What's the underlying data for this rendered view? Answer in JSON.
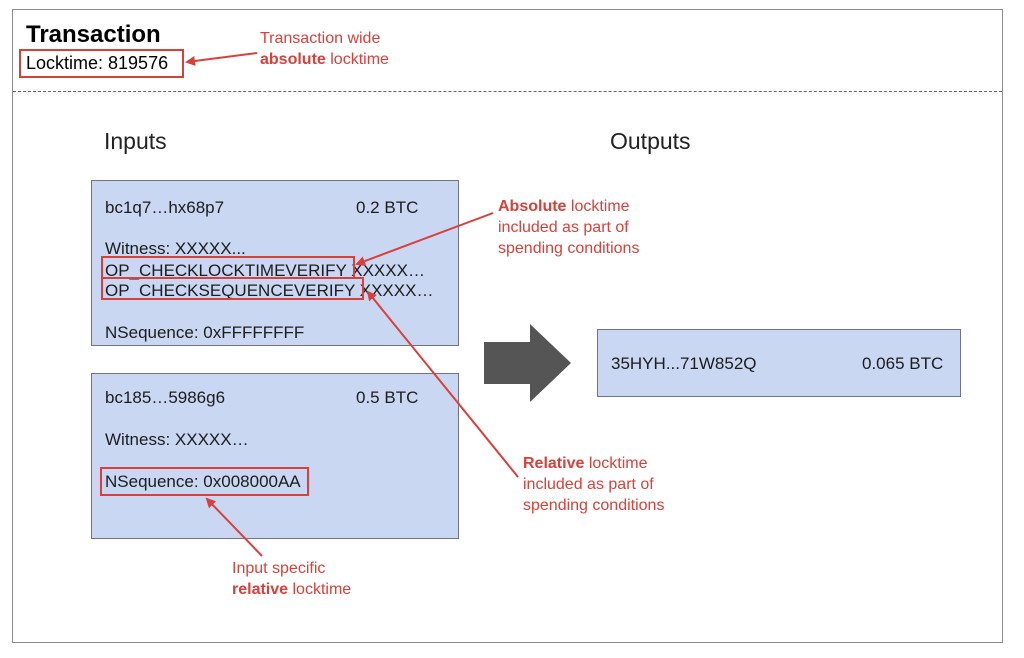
{
  "transaction": {
    "title": "Transaction",
    "locktime": "Locktime: 819576",
    "annotation_line1": "Transaction wide",
    "annotation_bold": "absolute",
    "annotation_rest": " locktime"
  },
  "inputs": {
    "heading": "Inputs",
    "items": [
      {
        "address": "bc1q7…hx68p7",
        "amount": "0.2 BTC",
        "witness": "Witness: XXXXX...",
        "cltv": "OP_CHECKLOCKTIMEVERIFY",
        "cltv_rest": " XXXXX…",
        "csv": "OP_CHECKSEQUENCEVERIFY",
        "csv_rest": " XXXXX…",
        "nsequence": "NSequence: 0xFFFFFFFF"
      },
      {
        "address": "bc185…5986g6",
        "amount": "0.5 BTC",
        "witness": "Witness: XXXXX…",
        "nsequence": "NSequence: 0x008000AA"
      }
    ]
  },
  "outputs": {
    "heading": "Outputs",
    "items": [
      {
        "address": "35HYH...71W852Q",
        "amount": "0.065 BTC"
      }
    ]
  },
  "annotations": {
    "absolute": {
      "bold": "Absolute",
      "line1_rest": " locktime",
      "line2": "included as part of",
      "line3": "spending conditions"
    },
    "relative": {
      "bold": "Relative",
      "line1_rest": " locktime",
      "line2": "included as part of",
      "line3": "spending conditions"
    },
    "input_specific": {
      "line1": "Input specific",
      "bold": "relative",
      "line2_rest": " locktime"
    }
  },
  "colors": {
    "card_fill": "#c9d7f3",
    "highlight": "#d9403a",
    "arrow": "#555555"
  }
}
